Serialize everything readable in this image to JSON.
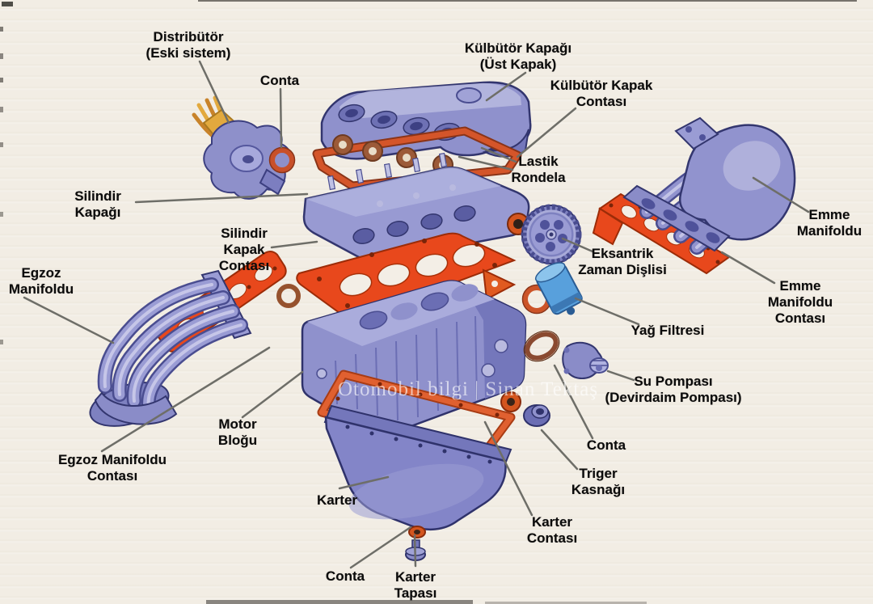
{
  "watermark": "Otomobil bilgi | Sinan Tektaş",
  "labels": {
    "distributor": "Distribütör\n(Eski sistem)",
    "conta_top": "Conta",
    "valve_cover": "Külbütör Kapağı\n(Üst Kapak)",
    "valve_cover_gasket": "Külbütör Kapak\nContası",
    "rubber_washer": "Lastik\nRondela",
    "cylinder_head": "Silindir\nKapağı",
    "head_gasket": "Silindir\nKapak\nContası",
    "intake_manifold": "Emme\nManifoldu",
    "cam_timing_gear": "Eksantrik\nZaman Dişlisi",
    "intake_manifold_gasket": "Emme\nManifoldu\nContası",
    "exhaust_manifold": "Egzoz\nManifoldu",
    "oil_filter": "Yağ Filtresi",
    "water_pump": "Su Pompası\n(Devirdaim Pompası)",
    "engine_block": "Motor\nBloğu",
    "conta_mid": "Conta",
    "exhaust_manifold_gasket": "Egzoz Manifoldu\nContası",
    "timing_pulley": "Triger\nKasnağı",
    "oil_pan": "Karter",
    "oil_pan_gasket": "Karter\nContası",
    "conta_bottom": "Conta",
    "drain_plug": "Karter\nTapası"
  },
  "colors": {
    "background": "#f2ede4",
    "part_blue": "#8f91cc",
    "part_blue_dark": "#5f62a8",
    "gasket_orange": "#e8481c",
    "gasket_ring_orange": "#d4552a",
    "washer_brown": "#9c5a38",
    "oil_filter_blue": "#58a0dc",
    "wire_yellow": "#e2a93e",
    "label_text": "#0b0b0b",
    "leader_line": "#6e6e68"
  }
}
